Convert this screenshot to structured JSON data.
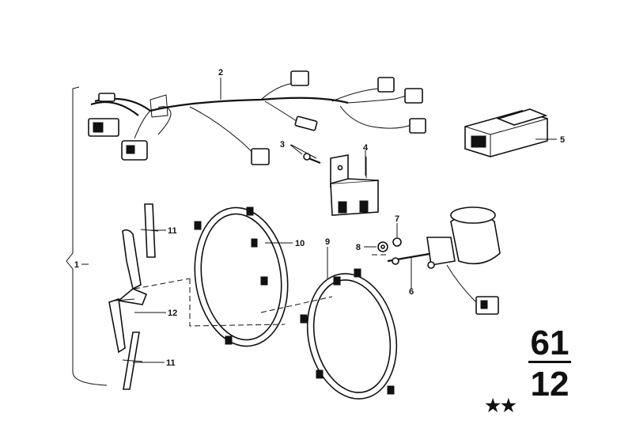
{
  "callouts": {
    "c1": "1",
    "c2": "2",
    "c3": "3",
    "c4": "4",
    "c5": "5",
    "c6": "6",
    "c7": "7",
    "c8": "8",
    "c9": "9",
    "c10": "10",
    "c11a": "11",
    "c11b": "11",
    "c12": "12"
  },
  "group": {
    "main": "61",
    "sub": "12",
    "stars": "★★"
  }
}
